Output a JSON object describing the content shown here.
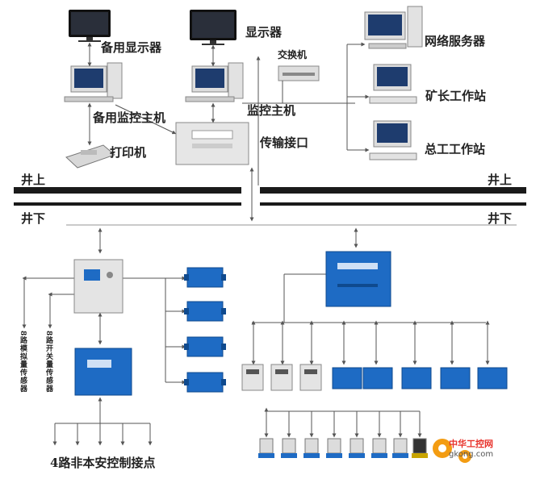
{
  "labels": {
    "backup_monitor": "备用显示器",
    "monitor": "显示器",
    "network_server": "网络服务器",
    "switch": "交换机",
    "backup_host": "备用监控主机",
    "monitor_host": "监控主机",
    "mine_director_ws": "矿长工作站",
    "printer": "打印机",
    "transmission_interface": "传输接口",
    "chief_engineer_ws": "总工工作站",
    "above_ground_left": "井上",
    "above_ground_right": "井上",
    "below_ground_left": "井下",
    "below_ground_right": "井下",
    "analog_sensors": "8路模拟量传感器",
    "switch_sensors": "8路开关量传感器",
    "control_points": "4路非本安控制接点"
  },
  "watermark": {
    "cn": "中华工控网",
    "en": "gkong.com"
  },
  "colors": {
    "blue_device": "#1e6bc4",
    "line": "#555555",
    "bar": "#1a1a1a"
  }
}
